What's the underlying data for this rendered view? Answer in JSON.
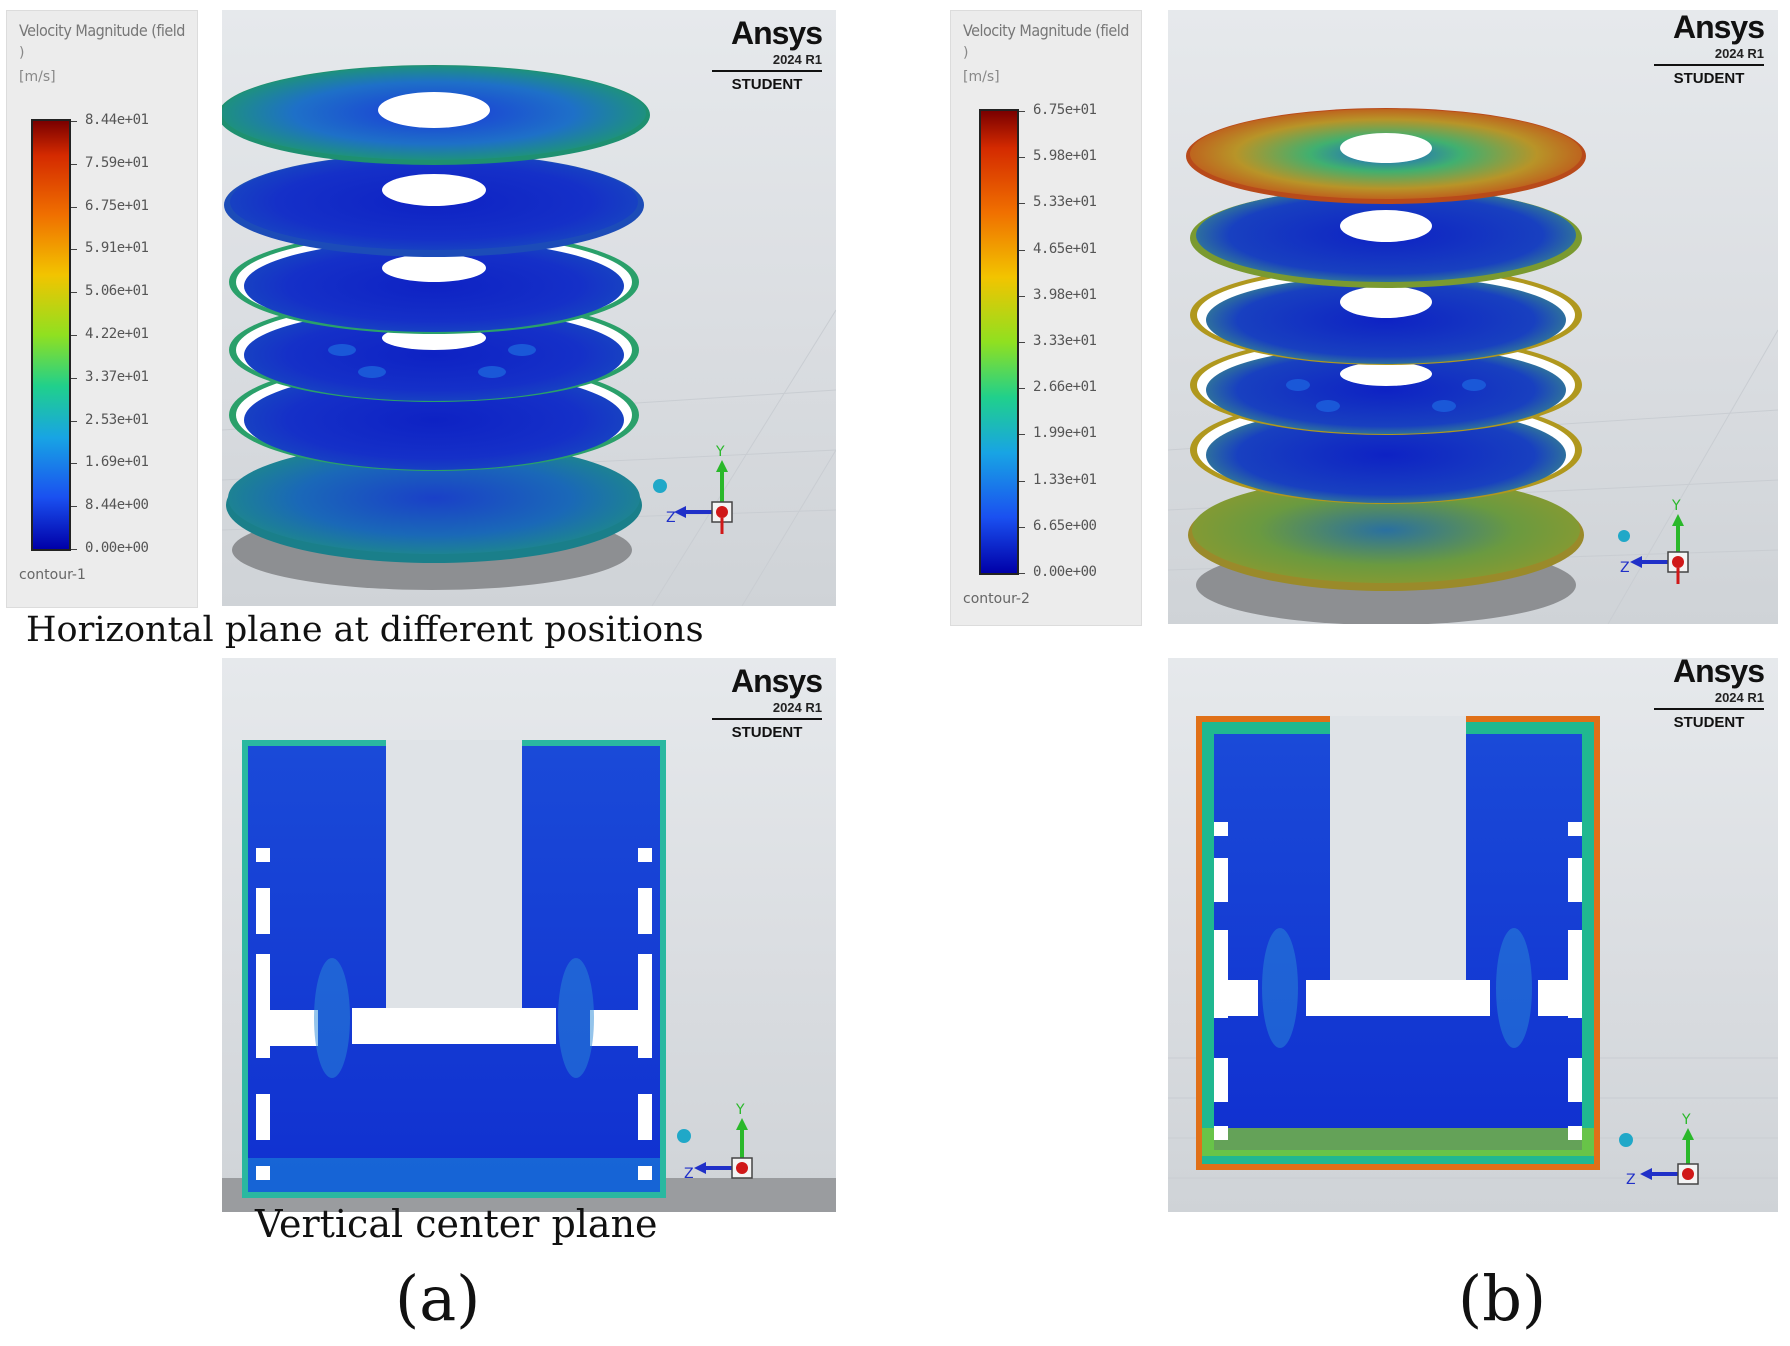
{
  "legends": [
    {
      "title": "Velocity Magnitude (field",
      "paren": ")",
      "unit": "[m/s]",
      "ticks": [
        "8.44e+01",
        "7.59e+01",
        "6.75e+01",
        "5.91e+01",
        "5.06e+01",
        "4.22e+01",
        "3.37e+01",
        "2.53e+01",
        "1.69e+01",
        "8.44e+00",
        "0.00e+00"
      ],
      "contour": "contour-1"
    },
    {
      "title": "Velocity Magnitude (field",
      "paren": ")",
      "unit": "[m/s]",
      "ticks": [
        "6.75e+01",
        "5.98e+01",
        "5.33e+01",
        "4.65e+01",
        "3.98e+01",
        "3.33e+01",
        "2.66e+01",
        "1.99e+01",
        "1.33e+01",
        "6.65e+00",
        "0.00e+00"
      ],
      "contour": "contour-2"
    }
  ],
  "watermark": {
    "logo": "Ansys",
    "version": "2024 R1",
    "edition": "STUDENT"
  },
  "captions": {
    "horizontal": "Horizontal plane at different positions",
    "vertical": "Vertical center plane",
    "label_a": "(a)",
    "label_b": "(b)"
  },
  "axes": {
    "y": "Y",
    "z": "Z"
  },
  "colors": {
    "low": "#0a1ec8",
    "mid": "#22c48a",
    "high": "#d43a10"
  }
}
